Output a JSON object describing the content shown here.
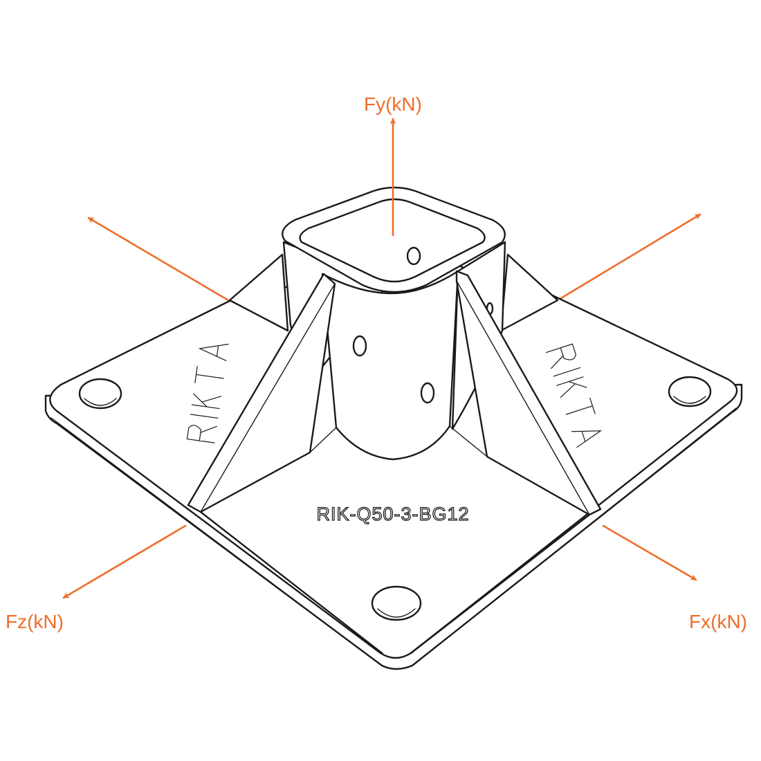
{
  "diagram": {
    "part_code": "RIK-Q50-3-BG12",
    "logo_text_left": "RIKTA",
    "logo_text_right": "RIKTA"
  },
  "forces": {
    "fy": "Fy(kN)",
    "fx": "Fx(kN)",
    "fz": "Fz(kN)"
  },
  "colors": {
    "arrow": "#ee6e2a",
    "label": "#ee6e2a",
    "stroke": "#1a1a1a",
    "background": "#ffffff"
  }
}
